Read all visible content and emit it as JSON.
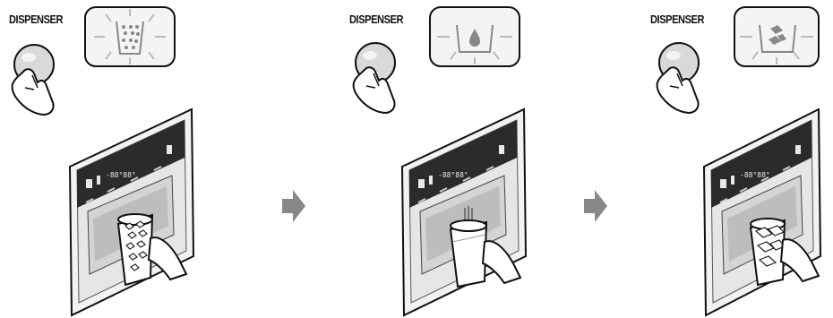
{
  "steps": [
    {
      "label": "DISPENSER",
      "mode": "ice",
      "icon": "crushed-ice-icon"
    },
    {
      "label": "DISPENSER",
      "mode": "water",
      "icon": "water-drop-icon"
    },
    {
      "label": "DISPENSER",
      "mode": "cubed",
      "icon": "cubed-ice-icon"
    }
  ],
  "arrows": [
    "next-step-arrow",
    "next-step-arrow"
  ]
}
